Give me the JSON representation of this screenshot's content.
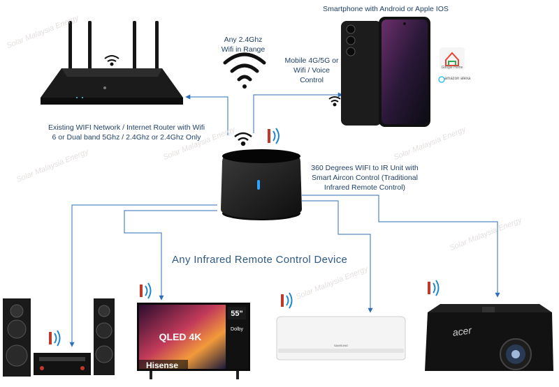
{
  "labels": {
    "phone_caption": "Smartphone with Android or Apple IOS",
    "wifi_range": "Any 2.4Ghz\nWifi in Range",
    "mobile": "Mobile 4G/5G or\nWifi / Voice\nControl",
    "router_caption": "Existing WIFI Network / Internet Router with Wifi\n6 or Dual band 5Ghz / 2.4Ghz or 2.4Ghz Only",
    "ir_unit": "360 Degrees WIFI to IR Unit with\nSmart Aircon Control (Traditional\nInfrared Remote Control)",
    "any_ir": "Any Infrared Remote Control Device",
    "google_home": "Google Home",
    "alexa": "amazon alexa"
  },
  "tv": {
    "brand": "Hisense",
    "size": "55\"",
    "tech": "QLED 4K",
    "dolby": "Dolby"
  },
  "projector_brand": "acer",
  "aircon_brand": "SAMSUNG",
  "watermark": "Solar Malaysia Energy",
  "colors": {
    "line": "#2f6fb5",
    "text": "#1f3f66",
    "ir_red": "#c0392b",
    "wifi_blue": "#1e88c8"
  }
}
